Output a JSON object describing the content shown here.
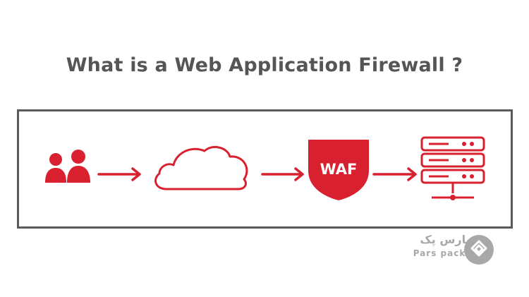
{
  "title": "What is a Web Application Firewall ?",
  "diagram": {
    "nodes": [
      {
        "id": "users",
        "icon": "users-icon"
      },
      {
        "id": "internet",
        "icon": "cloud-icon"
      },
      {
        "id": "waf",
        "icon": "shield-icon",
        "label": "WAF"
      },
      {
        "id": "server",
        "icon": "server-rack-icon"
      }
    ],
    "edges": [
      {
        "from": "users",
        "to": "internet"
      },
      {
        "from": "internet",
        "to": "waf"
      },
      {
        "from": "waf",
        "to": "server"
      }
    ],
    "colors": {
      "accent": "#d8202f",
      "frame": "#5a5a5a",
      "title": "#555555"
    }
  },
  "watermark": {
    "name_fa": "پارس پک",
    "name_en": "Pars pack",
    "logo_icon": "parspack-logo-icon",
    "color": "#a8a8a8"
  }
}
